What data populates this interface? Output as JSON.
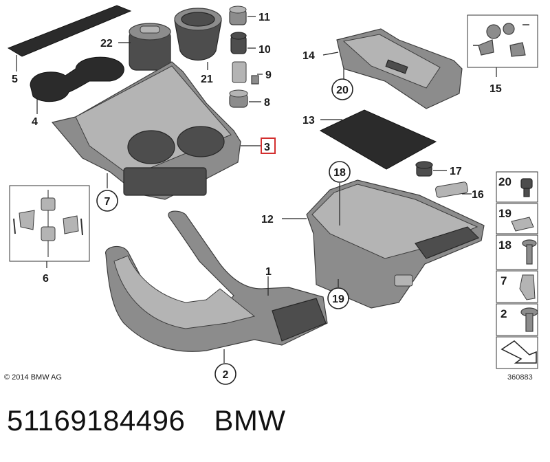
{
  "callouts": {
    "c1": "1",
    "c2": "2",
    "c3": "3",
    "c4": "4",
    "c5": "5",
    "c6": "6",
    "c7": "7",
    "c8": "8",
    "c9": "9",
    "c10": "10",
    "c11": "11",
    "c12": "12",
    "c13": "13",
    "c14": "14",
    "c15": "15",
    "c16": "16",
    "c17": "17",
    "c18": "18",
    "c19": "19",
    "c20": "20",
    "c21": "21",
    "c22": "22"
  },
  "highlighted_callout": "3",
  "highlight_color": "#d32f2f",
  "sidebar_legend": [
    "20",
    "19",
    "18",
    "7",
    "2"
  ],
  "copyright": "© 2014 BMW AG",
  "diagram_number": "360883",
  "footer": {
    "part_number": "51169184496",
    "brand": "BMW"
  }
}
